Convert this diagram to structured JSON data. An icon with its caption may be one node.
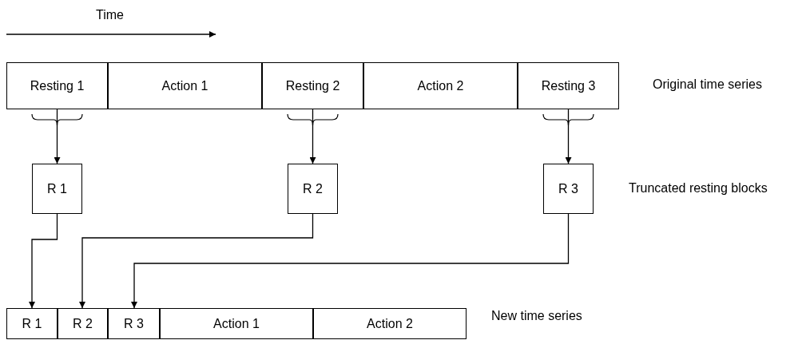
{
  "diagram": {
    "nodes": [
      {
        "text": [
          "Resting 1"
        ]
      },
      {
        "text": [
          "Action 1"
        ]
      },
      {
        "text": [
          "Resting 2"
        ]
      },
      {
        "text": [
          "Action 2"
        ]
      },
      {
        "text": [
          "Resting 3"
        ]
      },
      {
        "text": [
          "R 1"
        ]
      },
      {
        "text": [
          "R 2"
        ]
      },
      {
        "text": [
          "R 3"
        ]
      },
      {
        "text": [
          "R 1"
        ]
      },
      {
        "text": [
          "R 2"
        ]
      },
      {
        "text": [
          "R 3"
        ]
      },
      {
        "text": [
          "Action 1"
        ]
      },
      {
        "text": [
          "Action 2"
        ]
      }
    ],
    "edges": [
      {
        "from": 0,
        "to": 5,
        "arrow": "to"
      },
      {
        "from": 2,
        "to": 6,
        "arrow": "to"
      },
      {
        "from": 4,
        "to": 7,
        "arrow": "to"
      },
      {
        "from": 5,
        "to": 8,
        "arrow": "to"
      },
      {
        "from": 6,
        "to": 9,
        "arrow": "to"
      },
      {
        "from": 7,
        "to": 10,
        "arrow": "to"
      }
    ],
    "labels": [
      "Time",
      "Original time series",
      "Truncated resting blocks",
      "New time series"
    ]
  }
}
